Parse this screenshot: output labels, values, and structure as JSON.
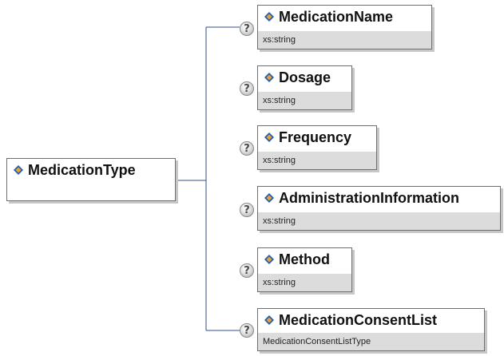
{
  "root": {
    "name": "MedicationType",
    "icon": "element-icon"
  },
  "children": [
    {
      "name": "MedicationName",
      "type": "xs:string",
      "icon": "element-icon",
      "help": "?"
    },
    {
      "name": "Dosage",
      "type": "xs:string",
      "icon": "element-icon",
      "help": "?"
    },
    {
      "name": "Frequency",
      "type": "xs:string",
      "icon": "element-icon",
      "help": "?"
    },
    {
      "name": "AdministrationInformation",
      "type": "xs:string",
      "icon": "element-icon",
      "help": "?"
    },
    {
      "name": "Method",
      "type": "xs:string",
      "icon": "element-icon",
      "help": "?"
    },
    {
      "name": "MedicationConsentList",
      "type": "MedicationConsentListType",
      "icon": "element-icon",
      "help": "?"
    }
  ],
  "colors": {
    "connector": "#2f4f8f",
    "icon_blue": "#1f5fb3",
    "icon_orange": "#f0a030",
    "type_bar": "#dcdcdc"
  }
}
